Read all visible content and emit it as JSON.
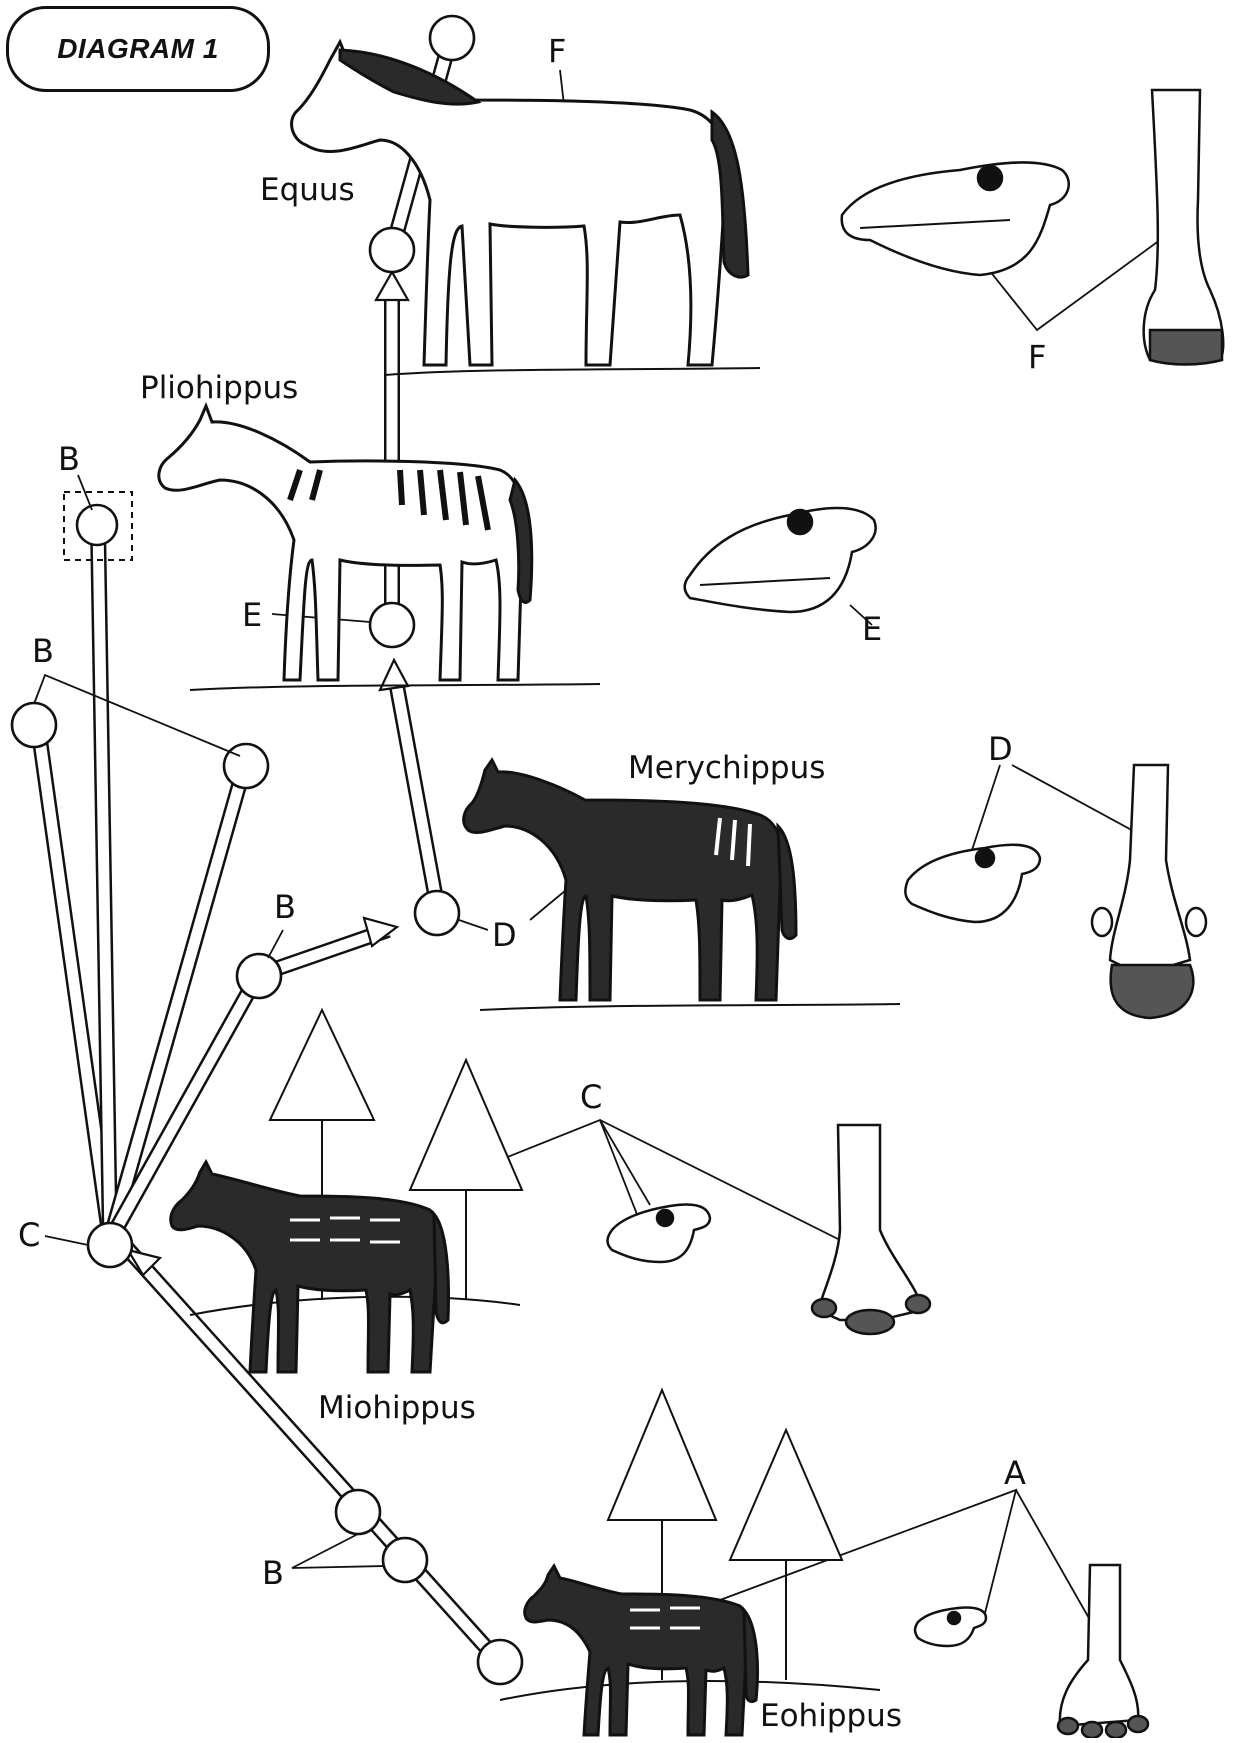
{
  "diagram": {
    "title": "DIAGRAM 1",
    "species": {
      "equus": "Equus",
      "pliohippus": "Pliohippus",
      "merychippus": "Merychippus",
      "miohippus": "Miohippus",
      "eohippus": "Eohippus"
    },
    "labels": {
      "a": "A",
      "b": "B",
      "c": "C",
      "d": "D",
      "e": "E",
      "f": "F"
    },
    "colors": {
      "ink": "#111111",
      "dark_coat": "#2a2a2a",
      "hoof": "#555555"
    }
  }
}
